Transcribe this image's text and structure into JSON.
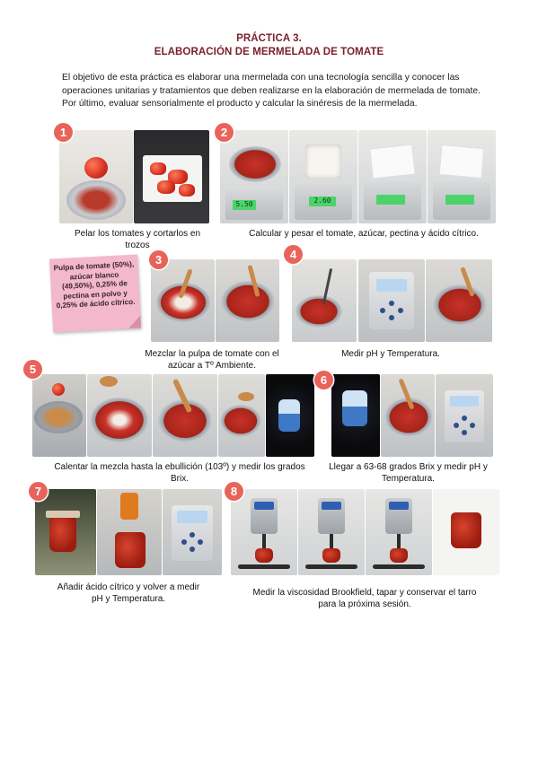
{
  "document": {
    "title_line1": "PRÁCTICA 3.",
    "title_line2": "ELABORACIÓN DE MERMELADA DE TOMATE",
    "intro": "El objetivo de esta práctica es elaborar una mermelada con una tecnología sencilla y conocer las operaciones unitarias y tratamientos que deben realizarse en la elaboración de mermelada de tomate. Por último, evaluar sensorialmente el producto y calcular la sinéresis de la mermelada."
  },
  "note": {
    "text": "Pulpa de tomate (50%), azúcar blanco (49,50%), 0,25% de pectina en polvo y 0,25% de ácido cítrico."
  },
  "steps": [
    {
      "number": "1",
      "caption": "Pelar los tomates y cortarlos en trozos"
    },
    {
      "number": "2",
      "caption": "Calcular y pesar el tomate, azúcar, pectina y ácido cítrico.",
      "scale_readings": [
        "5.50",
        "2.60",
        "",
        ""
      ]
    },
    {
      "number": "3",
      "caption": "Mezclar la pulpa de tomate con el azúcar a Tº Ambiente."
    },
    {
      "number": "4",
      "caption": "Medir pH y Temperatura."
    },
    {
      "number": "5",
      "caption": "Calentar la mezcla hasta la ebullición (103º) y medir los grados Brix."
    },
    {
      "number": "6",
      "caption": "Llegar a 63-68 grados Brix y medir pH y Temperatura."
    },
    {
      "number": "7",
      "caption": "Añadir ácido cítrico y volver a medir pH y Temperatura."
    },
    {
      "number": "8",
      "caption": "Medir la viscosidad Brookfield, tapar y conservar el tarro para la próxima sesión."
    }
  ],
  "colors": {
    "title": "#7a1f2b",
    "badge": "#e8635a",
    "note": "#f3b8cc"
  }
}
